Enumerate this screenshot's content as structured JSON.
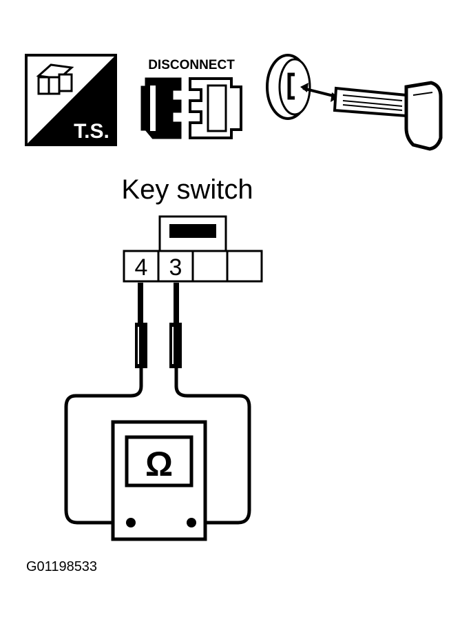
{
  "icons": {
    "ts": {
      "label": "T.S.",
      "icon": "trouble-shooting-icon"
    },
    "disconnect": {
      "label": "DISCONNECT",
      "icon": "disconnect-connector-icon"
    },
    "key": {
      "icon": "key-ignition-icon"
    }
  },
  "diagram": {
    "title": "Key switch",
    "terminals": [
      "4",
      "3",
      "",
      ""
    ],
    "meter_symbol": "Ω"
  },
  "figure_id": "G01198533"
}
